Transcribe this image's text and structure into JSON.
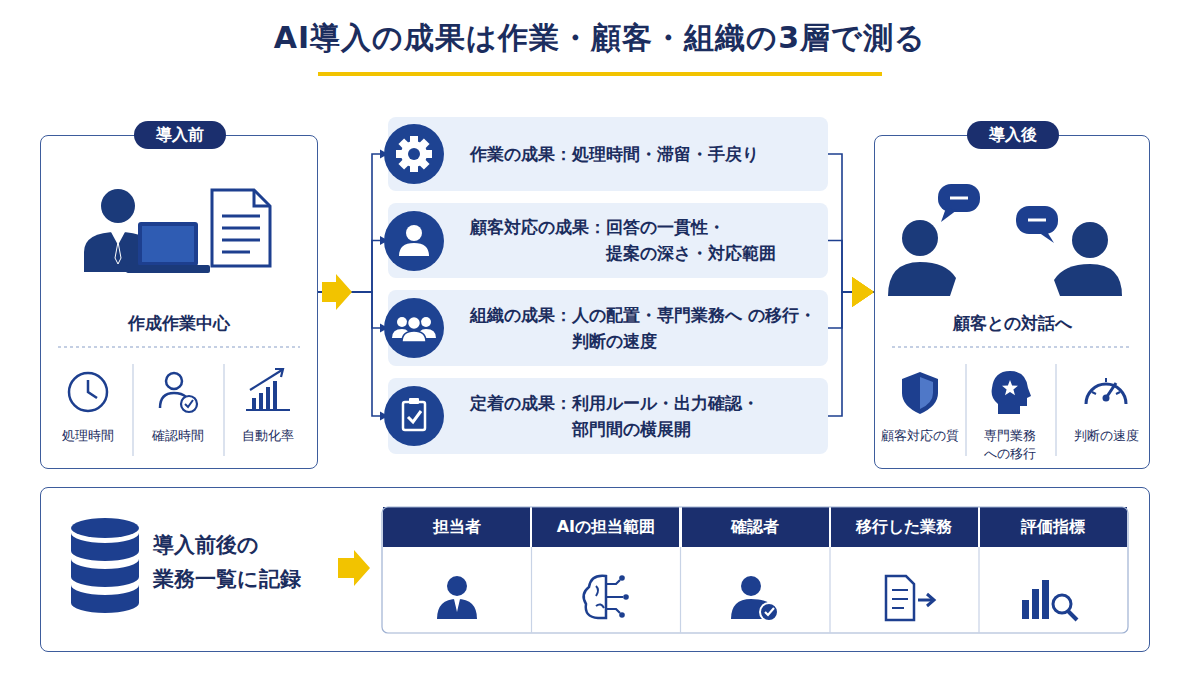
{
  "diagram": {
    "title": "AI導入の成果は作業・顧客・組織の3層で測る",
    "nodes": [
      {
        "text": [
          "導入前",
          "作成作業中心"
        ]
      },
      {
        "text": [
          "作業の成果：",
          "処理時間・滞留・手戻り"
        ]
      },
      {
        "text": [
          "顧客対応の成果：",
          "回答の一貫性・ 提案の深さ・対応範囲"
        ]
      },
      {
        "text": [
          "組織の成果：",
          "人の配置・専門業務へ の移行・判断の速度"
        ]
      },
      {
        "text": [
          "定着の成果：",
          "利用ルール・出力確認・ 部門間の横展開"
        ]
      },
      {
        "text": [
          "導入後",
          "顧客との対話へ"
        ]
      },
      {
        "text": [
          "導入前後の 業務一覧に記録"
        ]
      }
    ],
    "edges": [
      {
        "from": 0,
        "to": 1,
        "arrow": "to"
      },
      {
        "from": 0,
        "to": 2,
        "arrow": "to"
      },
      {
        "from": 0,
        "to": 3,
        "arrow": "to"
      },
      {
        "from": 0,
        "to": 4,
        "arrow": "to"
      },
      {
        "from": 1,
        "to": 5,
        "arrow": "to"
      },
      {
        "from": 2,
        "to": 5,
        "arrow": "to"
      },
      {
        "from": 3,
        "to": 5,
        "arrow": "to"
      },
      {
        "from": 4,
        "to": 5,
        "arrow": "to"
      }
    ],
    "labels": [
      "処理時間",
      "確認時間",
      "自動化率",
      "顧客対応の質",
      "専門業務 への移行",
      "判断の速度",
      "担当者",
      "AIの担当範囲",
      "確認者",
      "移行した業務",
      "評価指標"
    ]
  }
}
